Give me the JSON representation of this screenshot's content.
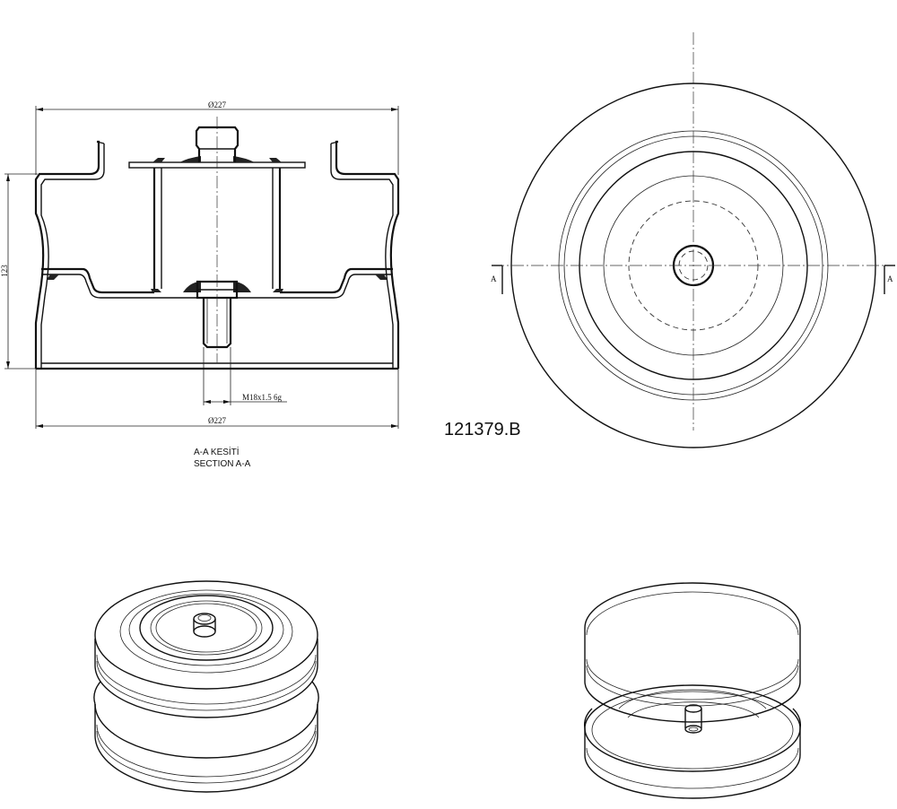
{
  "section_view": {
    "dim_top": "Ø227",
    "dim_bottom": "Ø227",
    "dim_height": "123",
    "dim_thread": "M18x1.5 6g",
    "caption_tr": "A-A  KESİTİ",
    "caption_en": "SECTION A-A"
  },
  "top_view": {
    "section_mark_left": "A",
    "section_mark_right": "A"
  },
  "part_number": "121379.B"
}
